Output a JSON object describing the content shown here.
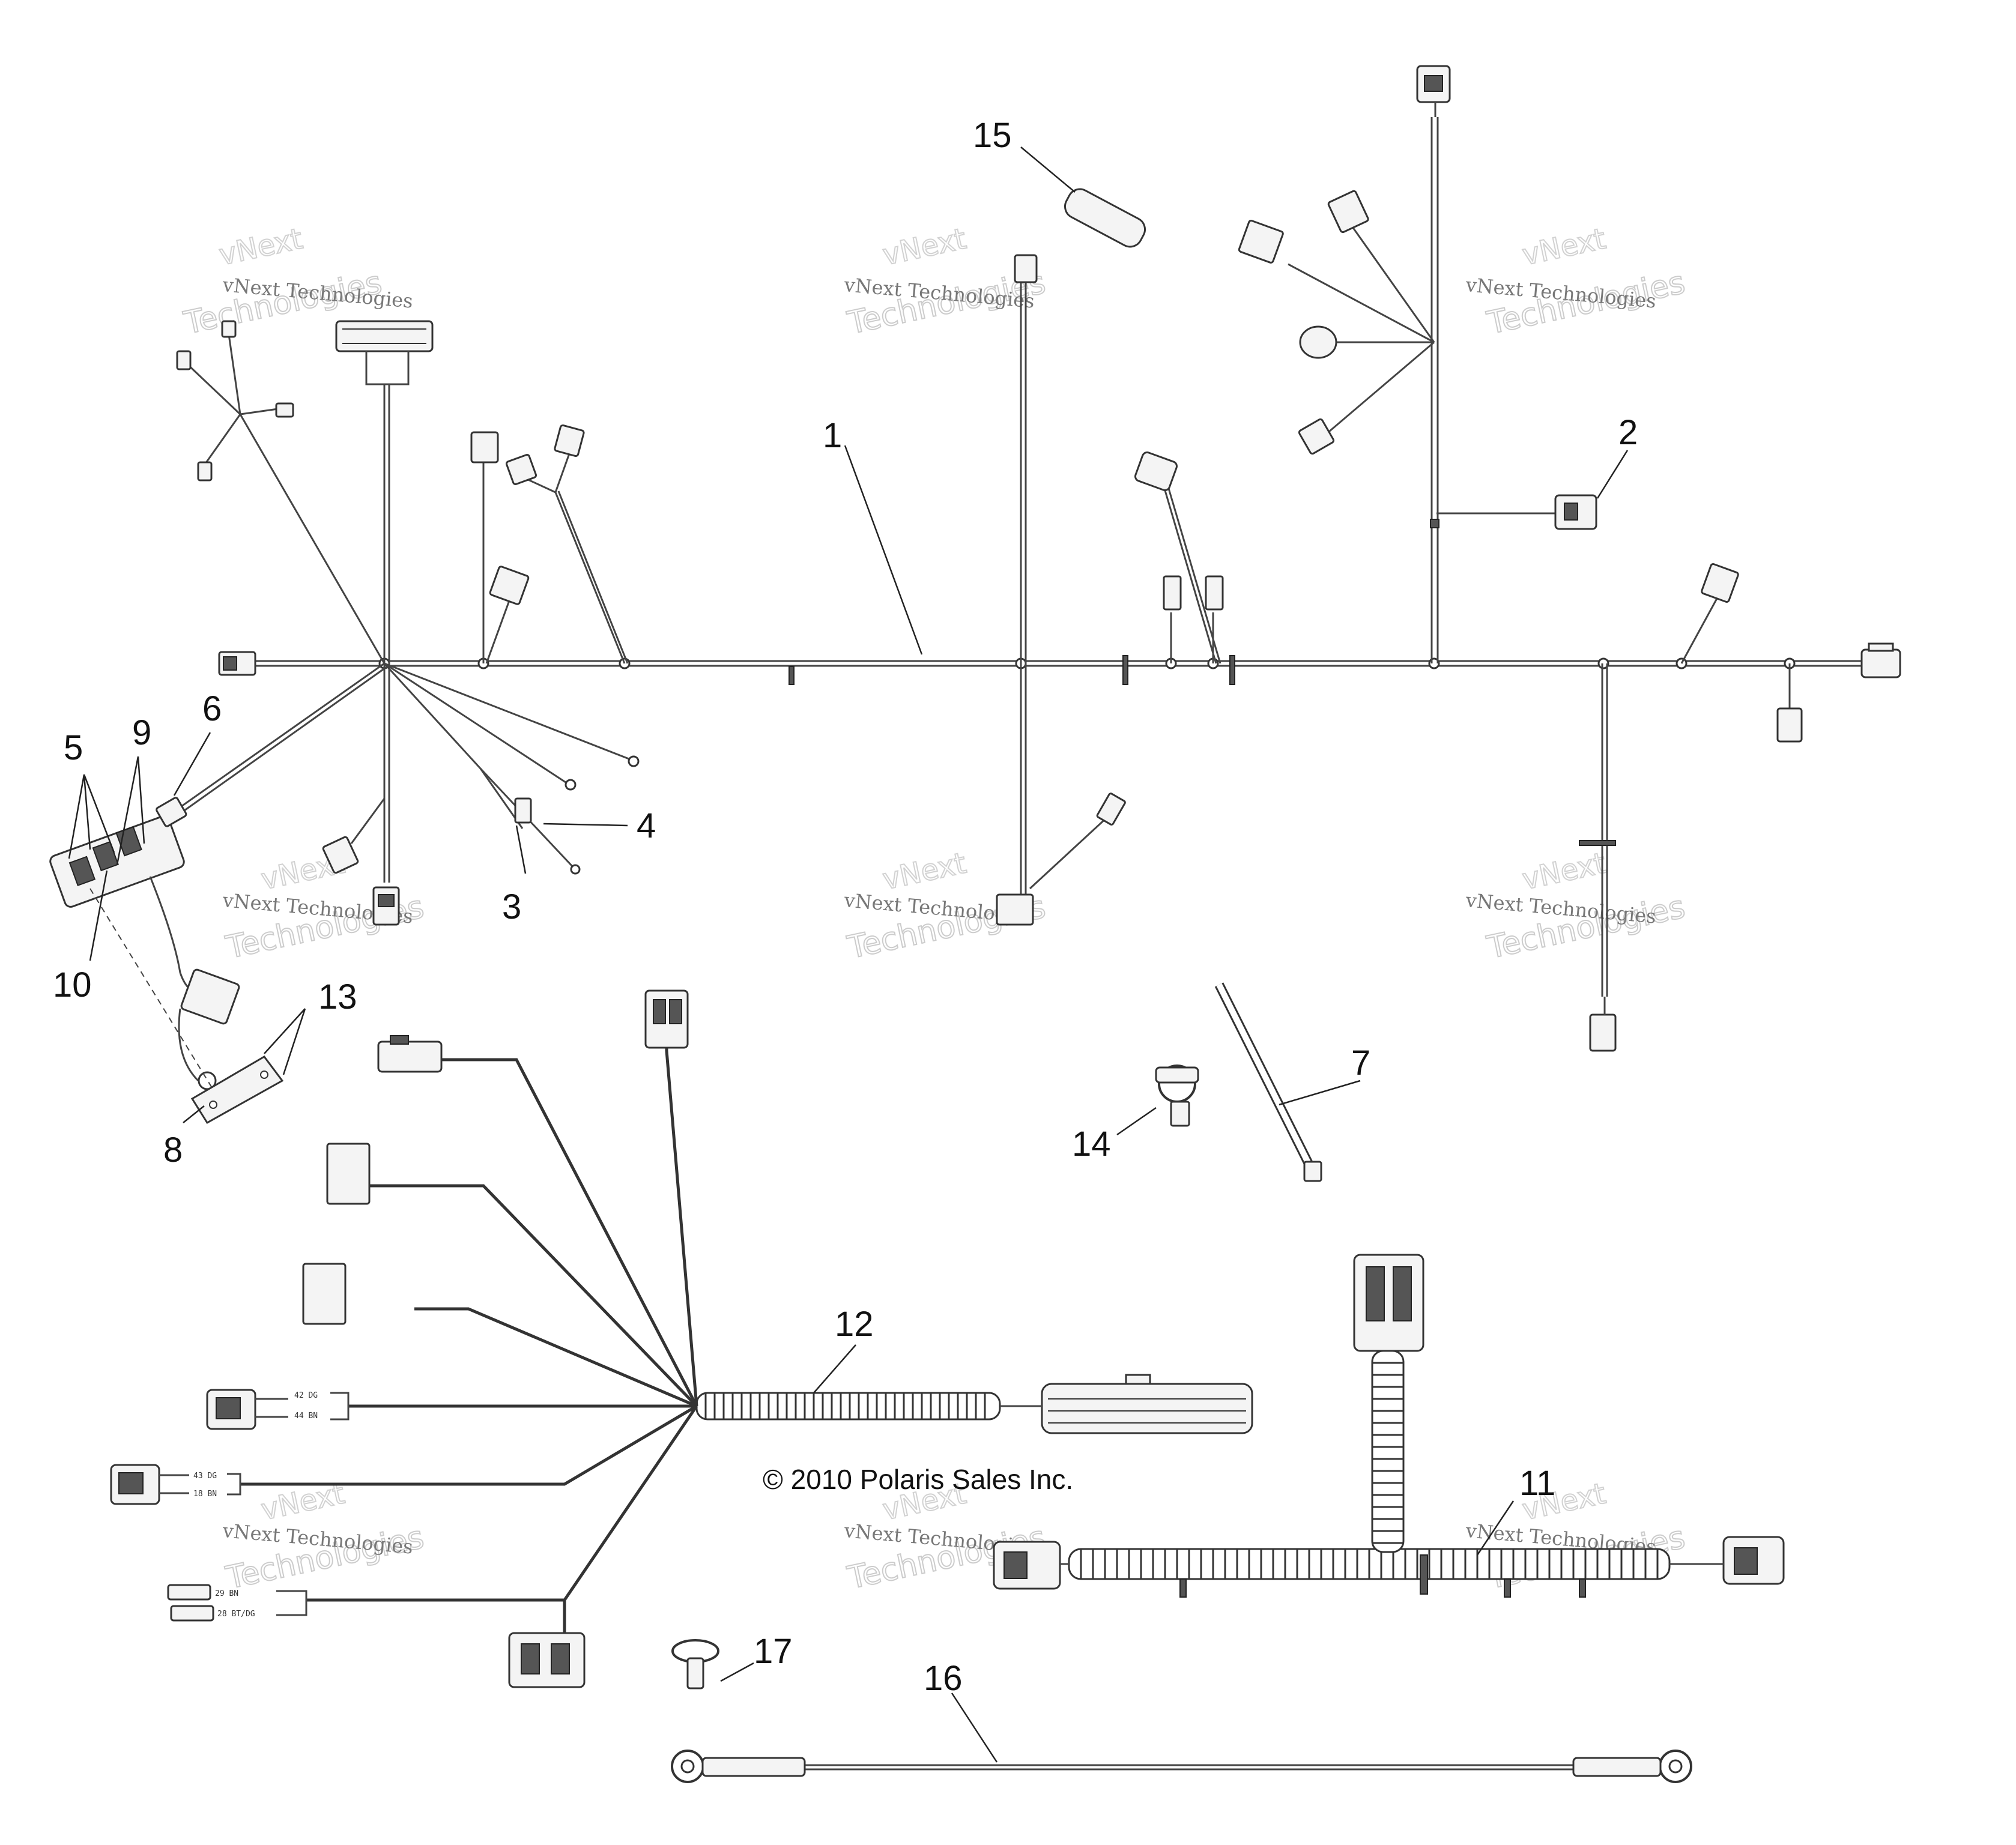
{
  "copyright": "© 2010 Polaris Sales Inc.",
  "watermark": {
    "line1": "vNext",
    "line2": "vNext Technologies",
    "line3": "Technologies"
  },
  "callouts": [
    "1",
    "2",
    "3",
    "4",
    "5",
    "6",
    "7",
    "8",
    "9",
    "10",
    "11",
    "12",
    "13",
    "14",
    "15",
    "16",
    "17"
  ],
  "wire_labels": [
    "42 DG",
    "44 BN",
    "43 DG",
    "18 BN",
    "29 BN",
    "28 BT/DG"
  ]
}
